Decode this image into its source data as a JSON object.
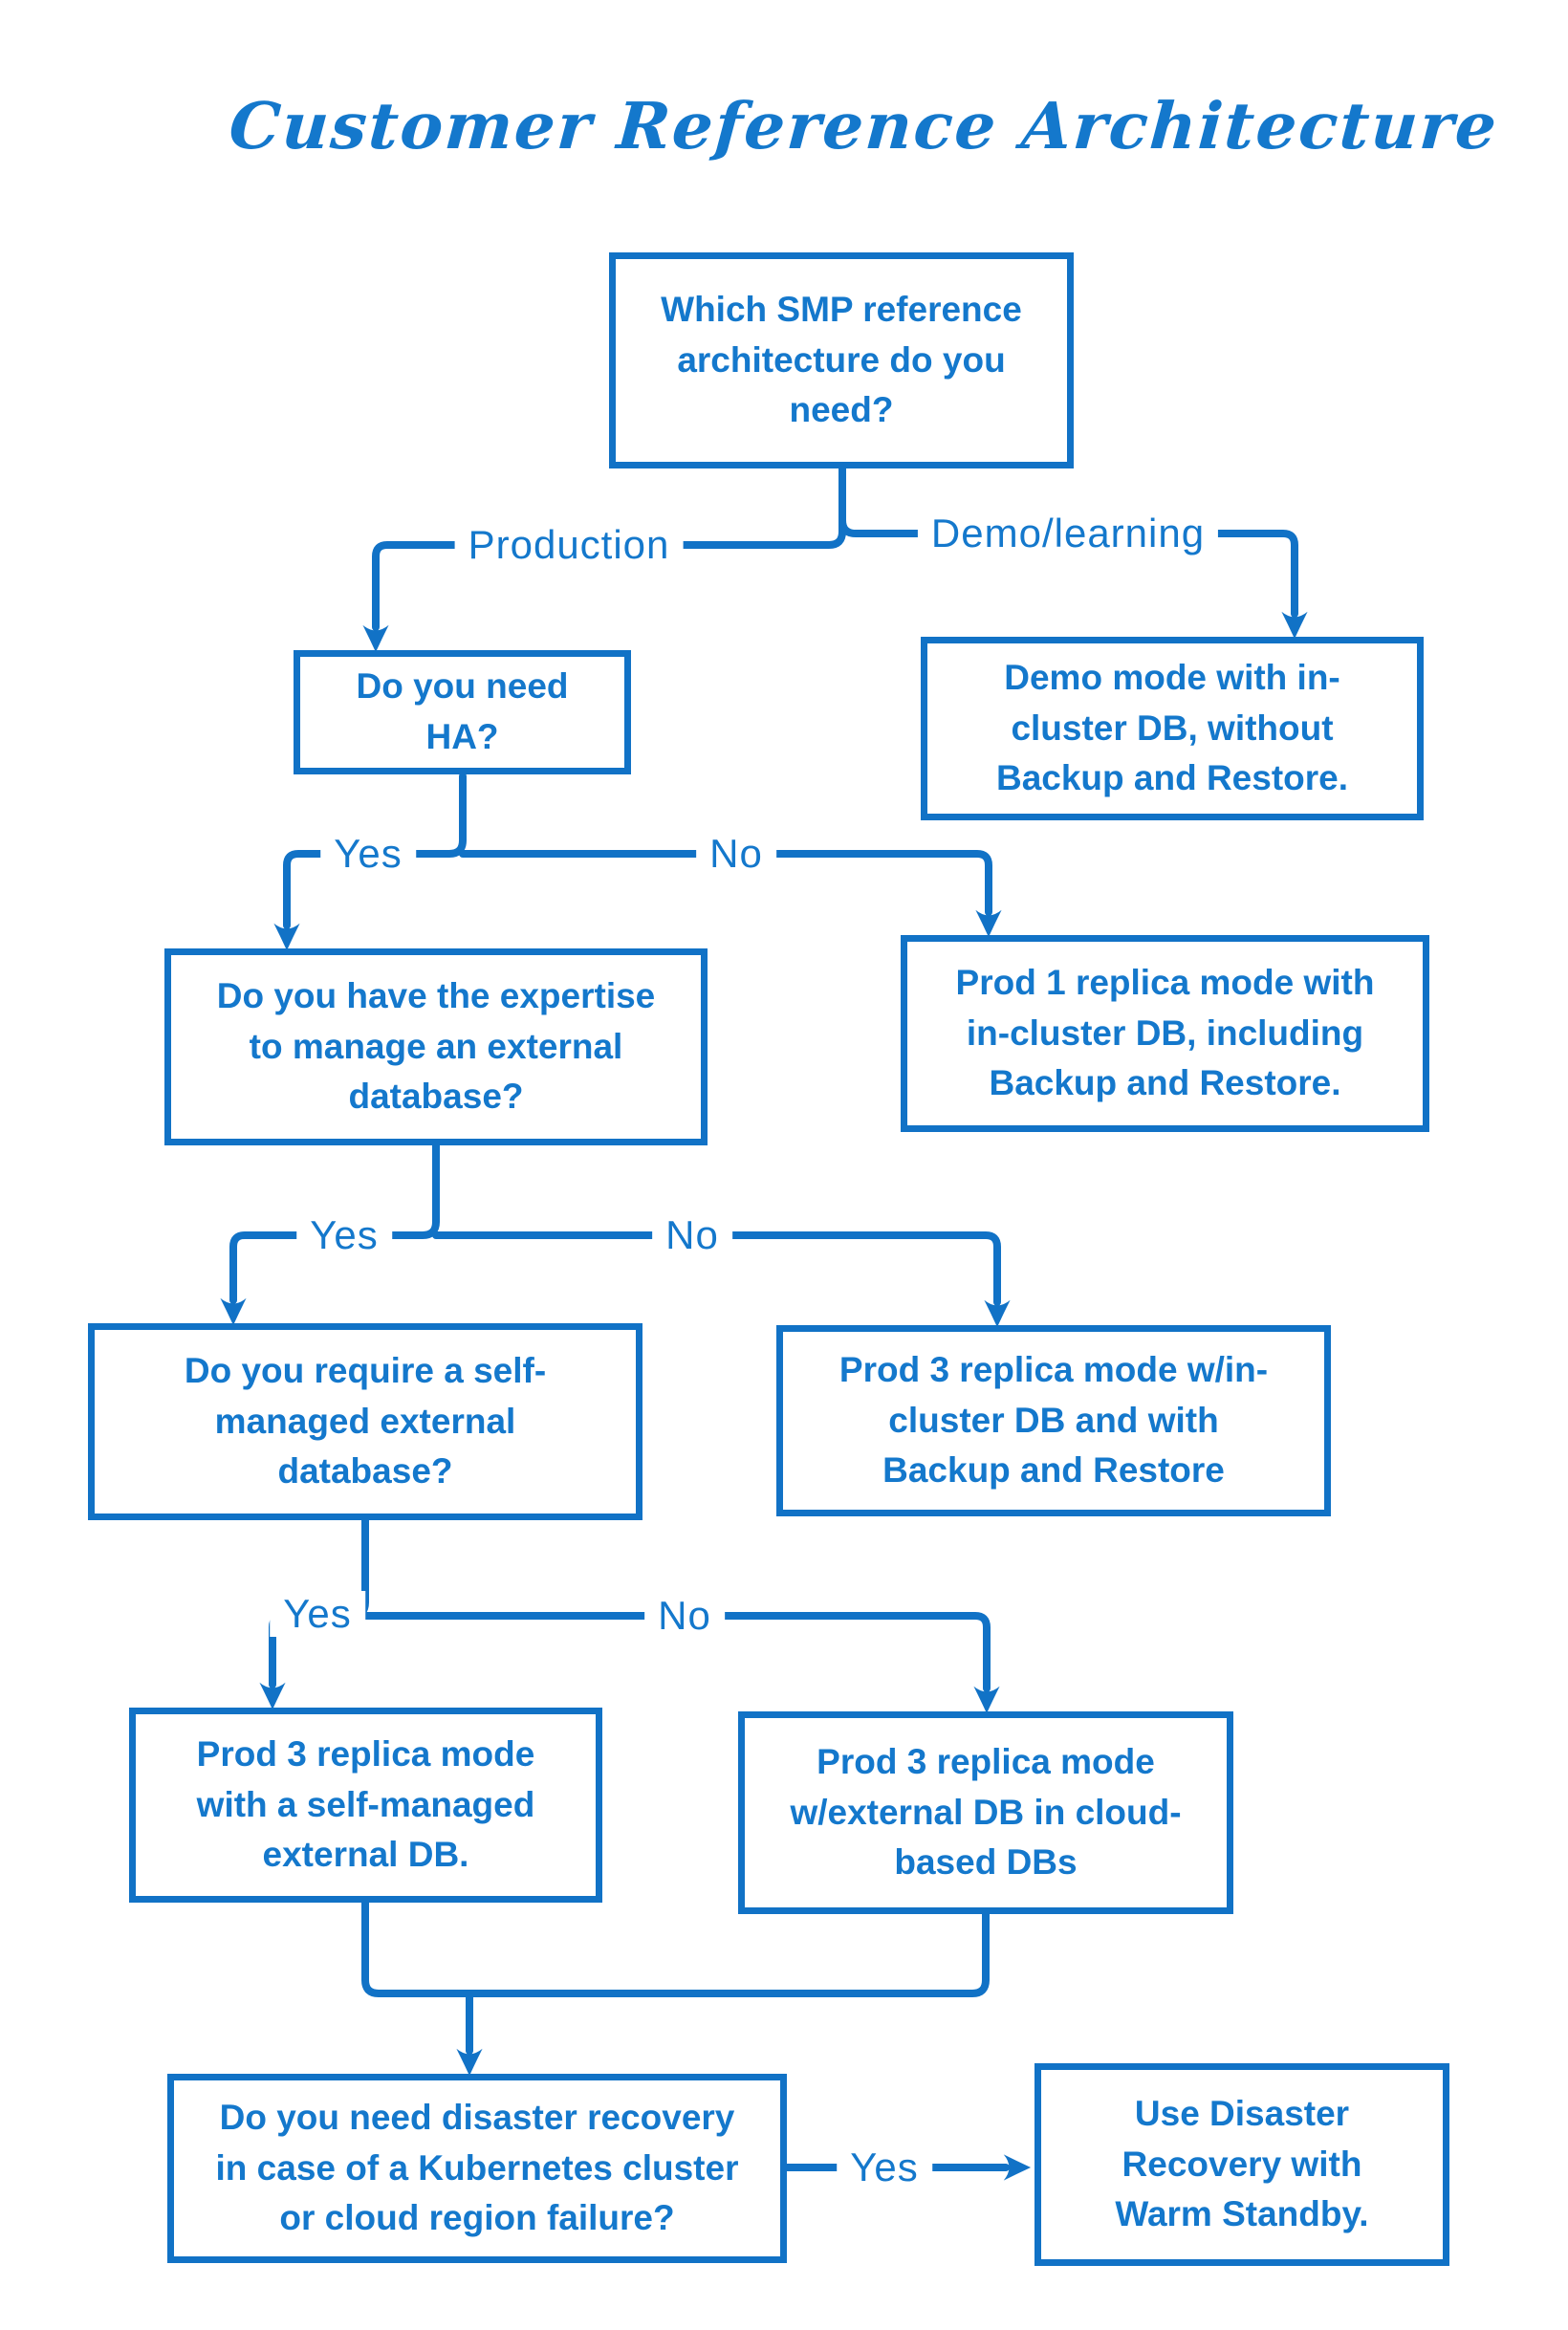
{
  "title": "Customer Reference Architecture",
  "colors": {
    "line": "#1172C6",
    "text": "#1478CC",
    "background": "#ffffff"
  },
  "flowchart": {
    "nodes": {
      "root": {
        "label": "Which SMP reference\narchitecture do you\nneed?",
        "type": "question"
      },
      "ha": {
        "label": "Do you need HA?",
        "type": "question"
      },
      "demo_result": {
        "label": "Demo mode with in-\ncluster DB, without\nBackup and Restore.",
        "type": "result"
      },
      "expertise": {
        "label": "Do you have the expertise\nto manage an external\ndatabase?",
        "type": "question"
      },
      "prod1_result": {
        "label": "Prod 1 replica mode with\nin-cluster DB, including\nBackup and Restore.",
        "type": "result"
      },
      "self_managed": {
        "label": "Do you require a self-\nmanaged external\ndatabase?",
        "type": "question"
      },
      "prod3_incluster_result": {
        "label": "Prod 3 replica mode w/in-\ncluster DB and with\nBackup and Restore",
        "type": "result"
      },
      "prod3_self_result": {
        "label": "Prod 3 replica mode\nwith a self-managed\nexternal DB.",
        "type": "result"
      },
      "prod3_cloud_result": {
        "label": "Prod 3 replica mode\nw/external DB in cloud-\nbased DBs",
        "type": "result"
      },
      "dr_question": {
        "label": "Do you need disaster recovery\nin case of a Kubernetes cluster\nor cloud region failure?",
        "type": "question"
      },
      "dr_result": {
        "label": "Use Disaster\nRecovery with\nWarm Standby.",
        "type": "result"
      }
    },
    "edge_labels": {
      "production": "Production",
      "demo_learning": "Demo/learning",
      "ha_yes": "Yes",
      "ha_no": "No",
      "expertise_yes": "Yes",
      "expertise_no": "No",
      "self_yes": "Yes",
      "self_no": "No",
      "dr_yes": "Yes"
    }
  }
}
